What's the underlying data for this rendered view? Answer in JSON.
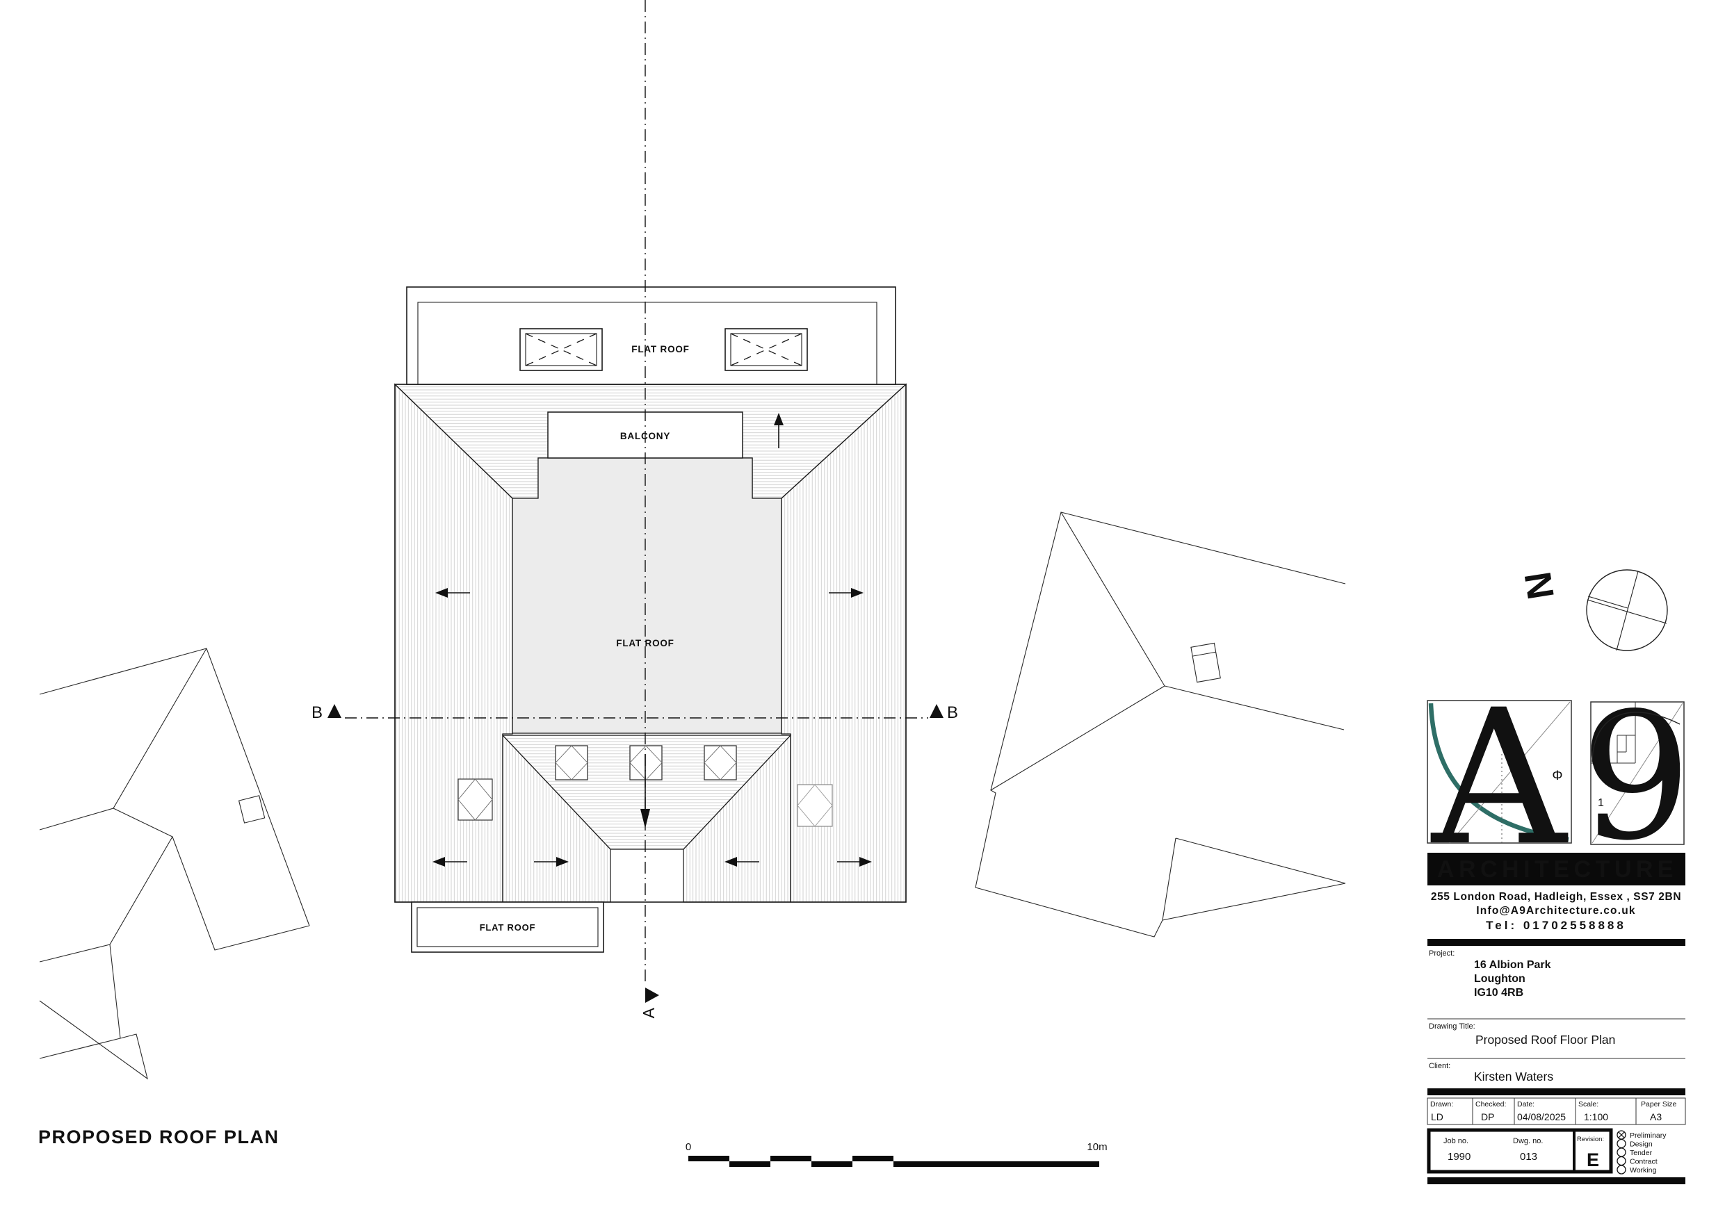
{
  "page": {
    "title": "PROPOSED ROOF PLAN"
  },
  "plan": {
    "labels": {
      "flat_roof_top": "FLAT ROOF",
      "balcony": "BALCONY",
      "flat_roof_center": "FLAT ROOF",
      "flat_roof_bottom": "FLAT ROOF"
    },
    "section_markers": {
      "a": "A",
      "b_left": "B",
      "b_right": "B"
    }
  },
  "scale_bar": {
    "start": "0",
    "end": "10m"
  },
  "compass": {
    "north": "N"
  },
  "logo": {
    "letter_a": "A",
    "digit_9": "9",
    "phi": "Φ",
    "one": "1",
    "name": "ARCHITECTURE",
    "address": "255 London Road, Hadleigh, Essex , SS7 2BN",
    "email": "Info@A9Architecture.co.uk",
    "tel": "Tel: 01702558888",
    "accent": "#2e6e66"
  },
  "title_block": {
    "project_label": "Project:",
    "project_line1": "16 Albion Park",
    "project_line2": "Loughton",
    "project_line3": "IG10 4RB",
    "drawing_title_label": "Drawing Title:",
    "drawing_title": "Proposed Roof Floor Plan",
    "client_label": "Client:",
    "client": "Kirsten Waters",
    "drawn_label": "Drawn:",
    "drawn": "LD",
    "checked_label": "Checked:",
    "checked": "DP",
    "date_label": "Date:",
    "date": "04/08/2025",
    "scale_label": "Scale:",
    "scale": "1:100",
    "paper_label": "Paper Size",
    "paper": "A3",
    "job_label": "Job no.",
    "job": "1990",
    "dwg_label": "Dwg. no.",
    "dwg": "013",
    "revision_label": "Revision:",
    "revision": "E",
    "statuses": [
      "Preliminary",
      "Design",
      "Tender",
      "Contract",
      "Working"
    ]
  }
}
